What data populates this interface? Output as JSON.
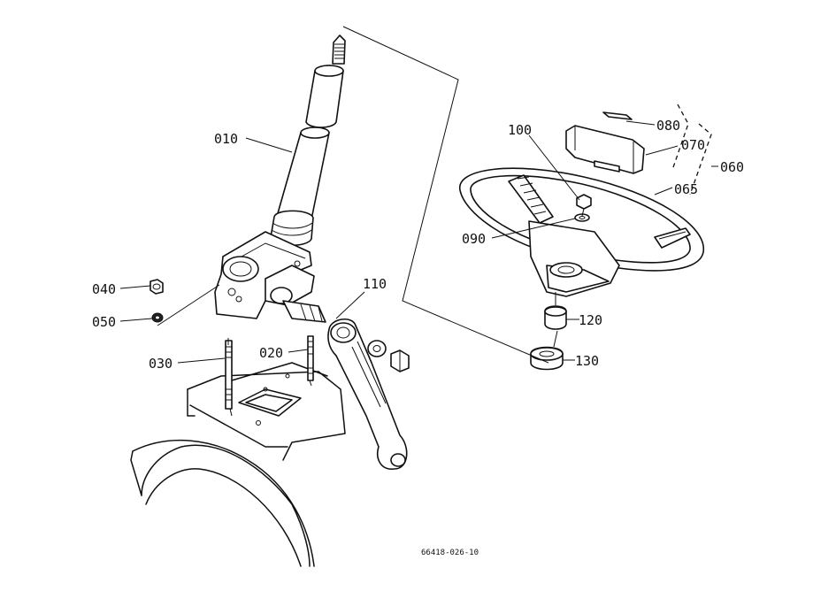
{
  "parts": [
    {
      "id": "p010",
      "number": "010"
    },
    {
      "id": "p020",
      "number": "020"
    },
    {
      "id": "p030",
      "number": "030"
    },
    {
      "id": "p040",
      "number": "040"
    },
    {
      "id": "p050",
      "number": "050"
    },
    {
      "id": "p060",
      "number": "060"
    },
    {
      "id": "p065",
      "number": "065"
    },
    {
      "id": "p070",
      "number": "070"
    },
    {
      "id": "p080",
      "number": "080"
    },
    {
      "id": "p090",
      "number": "090"
    },
    {
      "id": "p100",
      "number": "100"
    },
    {
      "id": "p110",
      "number": "110"
    },
    {
      "id": "p120",
      "number": "120"
    },
    {
      "id": "p130",
      "number": "130"
    }
  ],
  "drawing_code": "66418-026-10"
}
